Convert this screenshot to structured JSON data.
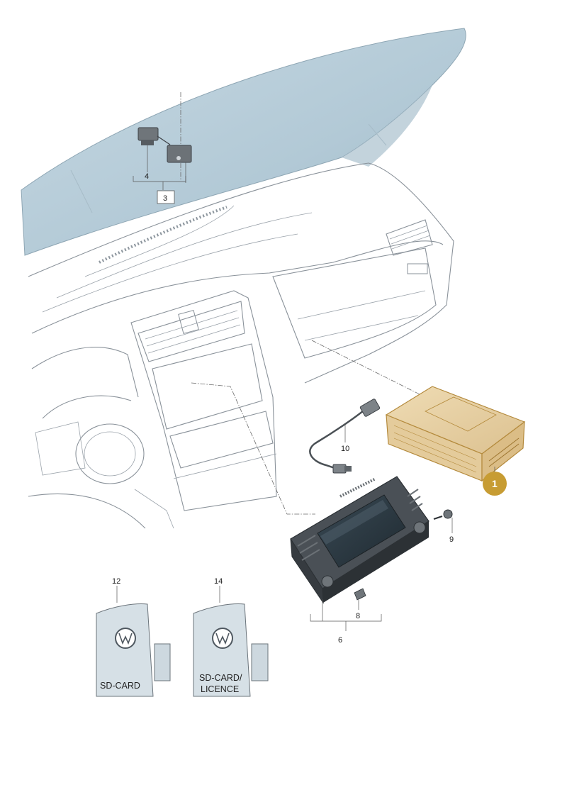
{
  "callouts": {
    "c1": "1",
    "c3": "3",
    "c4": "4",
    "c6": "6",
    "c8": "8",
    "c9": "9",
    "c10": "10",
    "c12": "12",
    "c14": "14"
  },
  "cards": {
    "card12_text": "SD-CARD",
    "card14_line1": "SD-CARD/",
    "card14_line2": "LICENCE"
  },
  "colors": {
    "windshield": "#b7cdd9",
    "windshield_dark": "#9fb8c6",
    "unit_fill": "#e8d2a6",
    "unit_stroke": "#b48a3c",
    "badge": "#c79c33",
    "card_fill": "#cdd8df",
    "display_body": "#3b4147",
    "screen": "#2f3d47"
  },
  "icons": {
    "vw_logo": "vw-logo-icon"
  }
}
